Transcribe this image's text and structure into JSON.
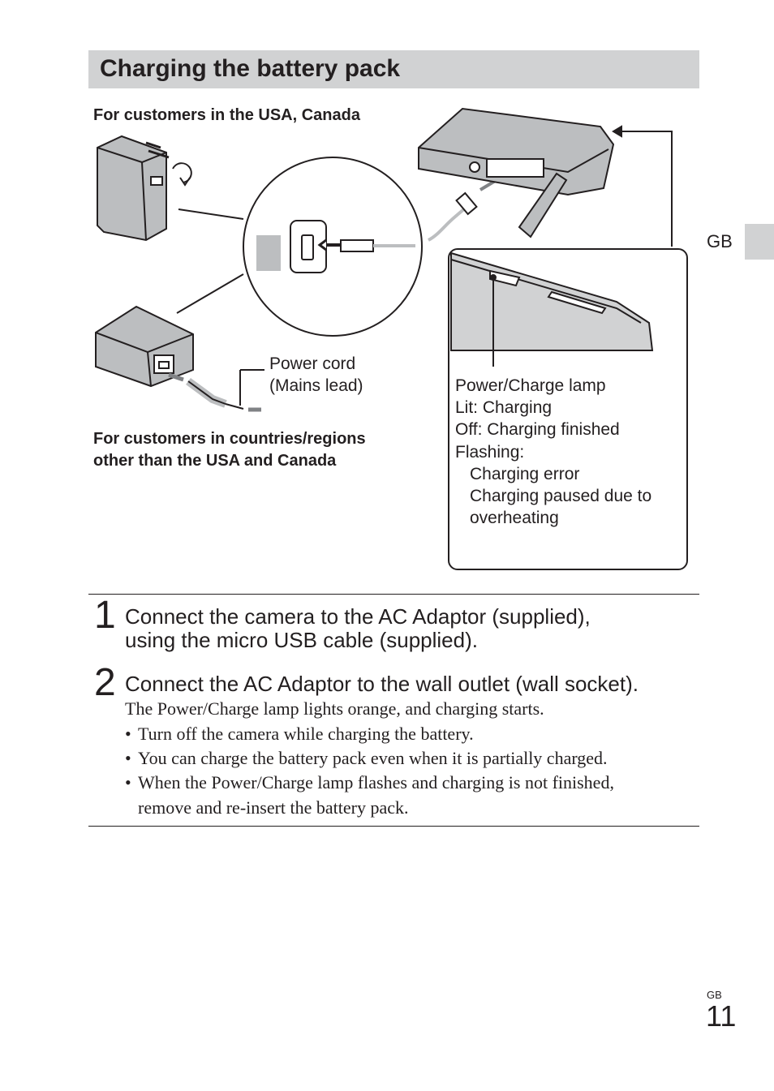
{
  "section": {
    "title": "Charging the battery pack",
    "side_tab": "GB"
  },
  "figure": {
    "caption_usa": "For customers in the USA, Canada",
    "caption_other_line1": "For customers in countries/regions",
    "caption_other_line2": "other than the USA and Canada",
    "power_cord_line1": "Power cord",
    "power_cord_line2": "(Mains lead)",
    "lamp_lines": [
      "Power/Charge lamp",
      "Lit: Charging",
      "Off: Charging finished",
      "Flashing:",
      "Charging error",
      "Charging paused due to",
      "overheating"
    ]
  },
  "steps": [
    {
      "number": "1",
      "lines": [
        "Connect the camera to the AC Adaptor (supplied),",
        "using the micro USB cable (supplied)."
      ]
    },
    {
      "number": "2",
      "lines": [
        "Connect the AC Adaptor to the wall outlet (wall socket)."
      ],
      "body": "The Power/Charge lamp lights orange, and charging starts.",
      "bullets": [
        "Turn off the camera while charging the battery.",
        "You can charge the battery pack even when it is partially charged.",
        "When the Power/Charge lamp flashes and charging is not finished,",
        "remove and re-insert the battery pack."
      ]
    }
  ],
  "footer": {
    "region": "GB",
    "page_number": "11"
  }
}
